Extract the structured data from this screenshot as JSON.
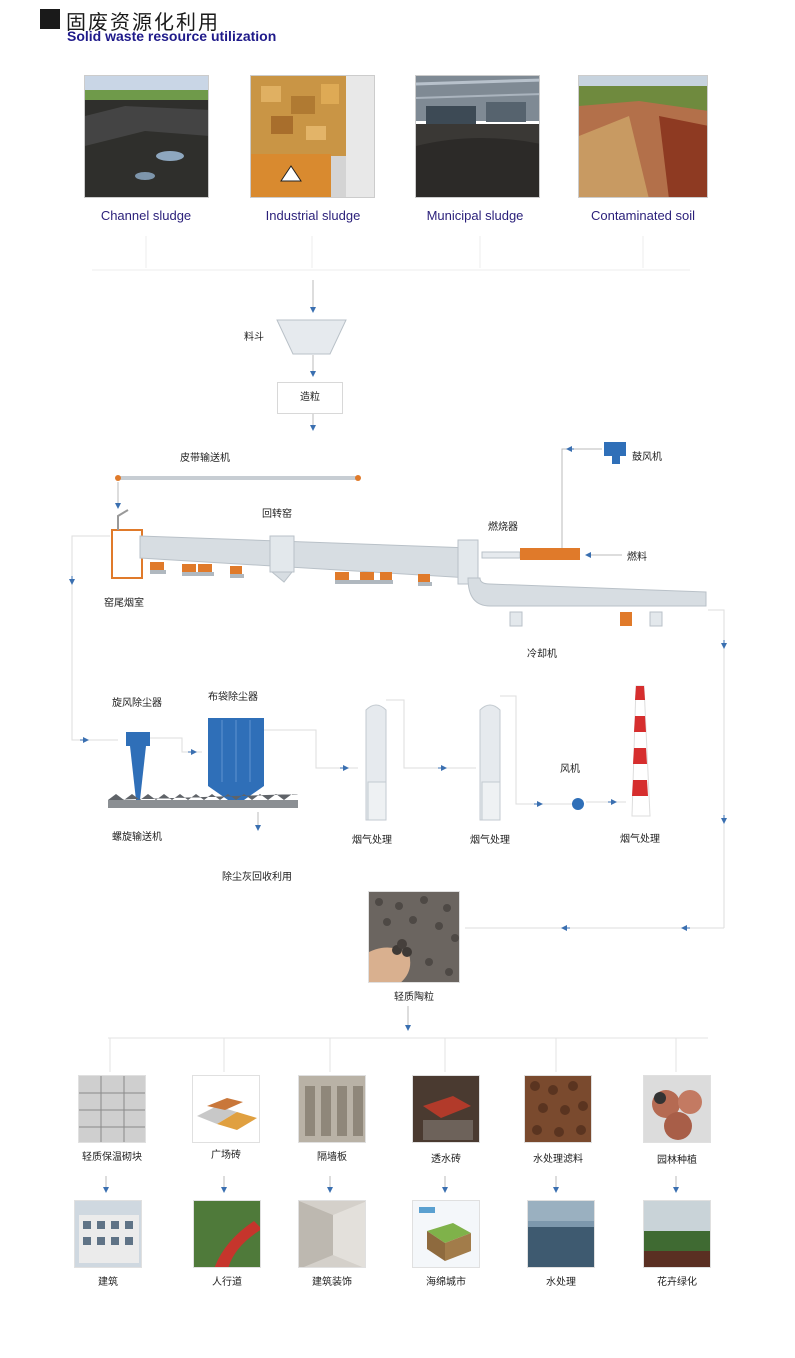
{
  "header": {
    "title_cn": "固废资源化利用",
    "title_en": "Solid waste resource utilization"
  },
  "sources": [
    {
      "label": "Channel sludge"
    },
    {
      "label": "Industrial sludge"
    },
    {
      "label": "Municipal sludge"
    },
    {
      "label": "Contaminated soil"
    }
  ],
  "process": {
    "hopper": "料斗",
    "granulation": "造粒",
    "belt_conveyor": "皮带输送机",
    "rotary_kiln": "回转窑",
    "burner": "燃烧器",
    "blower": "鼓风机",
    "fuel": "燃料",
    "kiln_tail_chamber": "窑尾烟室",
    "cooler": "冷却机",
    "cyclone": "旋风除尘器",
    "bag_filter": "布袋除尘器",
    "screw_conveyor": "螺旋输送机",
    "dust_recycle": "除尘灰回收利用",
    "flue_gas_1": "烟气处理",
    "flue_gas_2": "烟气处理",
    "fan": "风机",
    "flue_gas_3": "烟气处理",
    "ceramsite": "轻质陶粒"
  },
  "products": [
    {
      "label": "轻质保温砌块",
      "use": "建筑"
    },
    {
      "label": "广场砖",
      "use": "人行道"
    },
    {
      "label": "隔墙板",
      "use": "建筑装饰"
    },
    {
      "label": "透水砖",
      "use": "海绵城市"
    },
    {
      "label": "水处理滤料",
      "use": "水处理"
    },
    {
      "label": "园林种植",
      "use": "花卉绿化"
    }
  ],
  "colors": {
    "arrow": "#3a6fb0",
    "kiln": "#d7dde2",
    "orange": "#e07a2a",
    "blue_equipment": "#2f6fb8",
    "chimney_red": "#d62e2e"
  }
}
